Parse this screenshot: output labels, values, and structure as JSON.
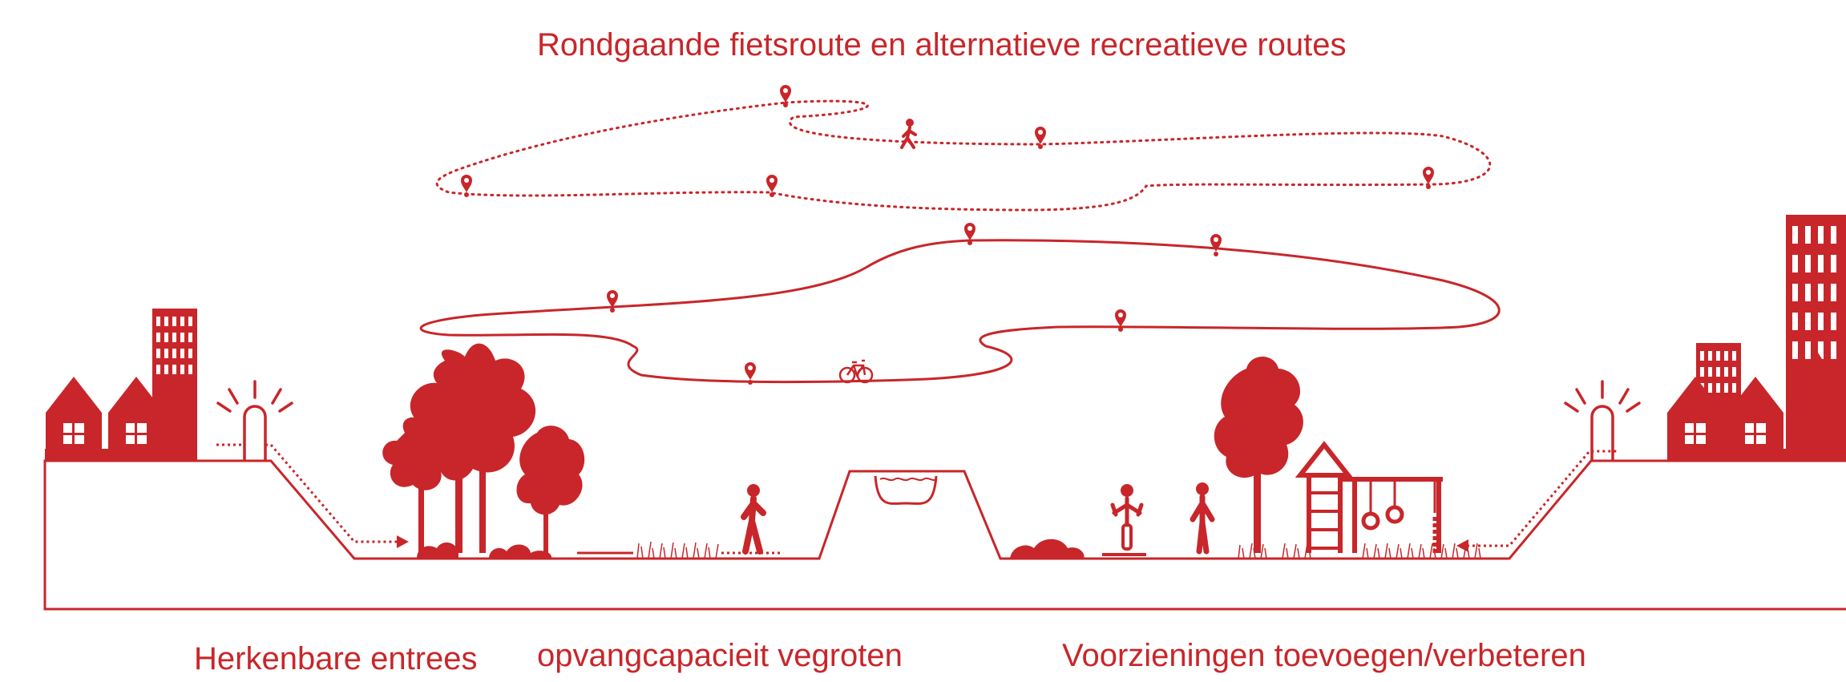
{
  "colors": {
    "accent": "#c8262a",
    "background": "#ffffff"
  },
  "title": "Rondgaande fietsroute en alternatieve recreatieve routes",
  "labels": {
    "entrances": "Herkenbare entrees",
    "capacity": "opvangcapacieit vegroten",
    "facilities": "Voorzieningen toevoegen/verbeteren"
  },
  "icons": [
    "location-pin-icon",
    "walking-person-icon",
    "bicycle-icon",
    "house-icon",
    "apartment-building-icon",
    "entrance-gate-icon",
    "tree-icon",
    "shrub-icon",
    "person-icon",
    "playground-icon",
    "swing-set-icon",
    "water-basin-icon"
  ]
}
